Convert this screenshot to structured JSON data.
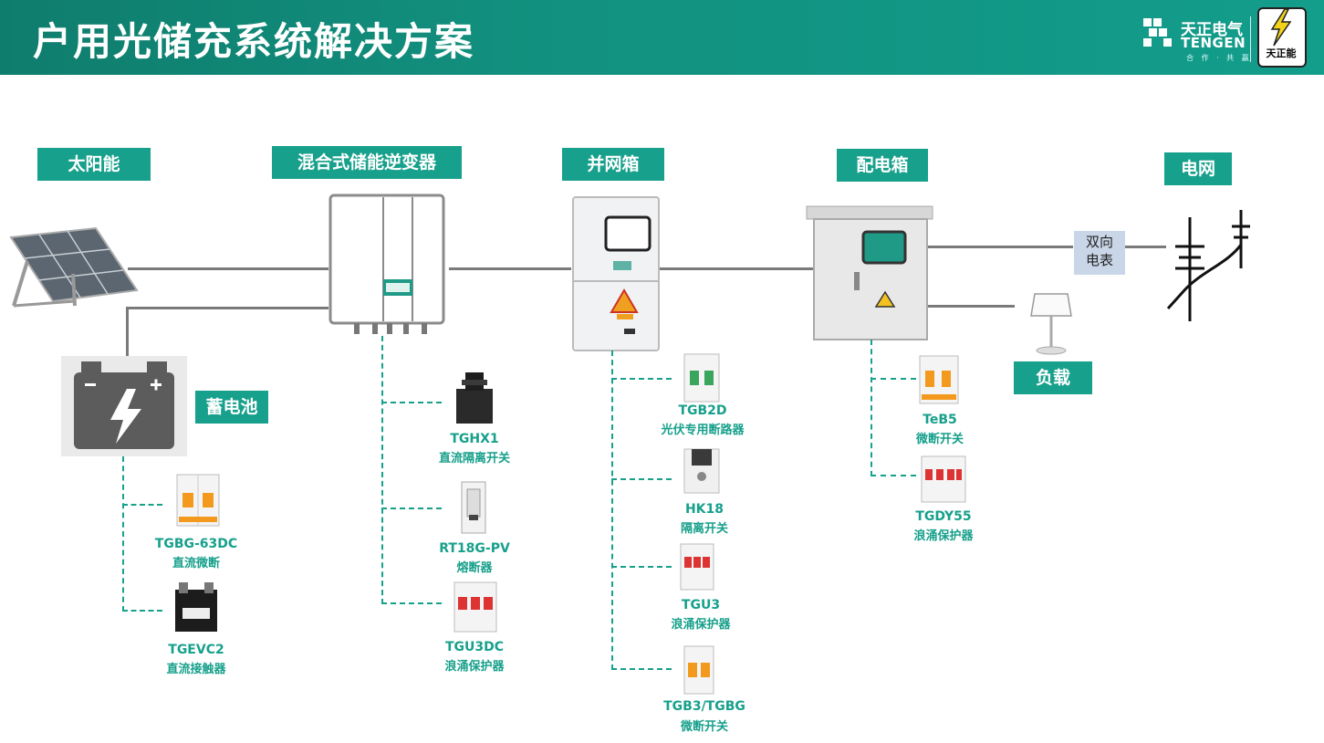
{
  "header": {
    "title": "户用光储充系统解决方案",
    "brand_cn": "天正电气",
    "brand_en": "TENGEN",
    "brand_slogan": "合 作 · 共 赢",
    "mascot_text": "天正能"
  },
  "sections": {
    "solar": "太阳能",
    "inverter": "混合式储能逆变器",
    "grid_box": "并网箱",
    "distribution_box": "配电箱",
    "grid": "电网",
    "battery": "蓄电池",
    "load": "负载",
    "meter": "双向\n电表"
  },
  "products": {
    "battery": [
      {
        "code": "TGBG-63DC",
        "name": "直流微断",
        "icon": "mcb-orange-icon"
      },
      {
        "code": "TGEVC2",
        "name": "直流接触器",
        "icon": "relay-icon"
      }
    ],
    "inverter": [
      {
        "code": "TGHX1",
        "name": "直流隔离开关",
        "icon": "rotary-switch-icon"
      },
      {
        "code": "RT18G-PV",
        "name": "熔断器",
        "icon": "fuse-icon"
      },
      {
        "code": "TGU3DC",
        "name": "浪涌保护器",
        "icon": "spd-icon"
      }
    ],
    "grid_box": [
      {
        "code": "TGB2D",
        "name": "光伏专用断路器",
        "icon": "breaker-green-icon"
      },
      {
        "code": "HK18",
        "name": "隔离开关",
        "icon": "isolator-icon"
      },
      {
        "code": "TGU3",
        "name": "浪涌保护器",
        "icon": "spd-icon"
      },
      {
        "code": "TGB3/TGBG",
        "name": "微断开关",
        "icon": "mcb-orange-icon"
      }
    ],
    "distribution": [
      {
        "code": "TeB5",
        "name": "微断开关",
        "icon": "mcb-orange-icon"
      },
      {
        "code": "TGDY55",
        "name": "浪涌保护器",
        "icon": "spd-icon"
      }
    ]
  },
  "colors": {
    "accent": "#17a08b",
    "header": "#12907f",
    "line": "#7a7a7a",
    "meter_bg": "#c9d6e8"
  }
}
